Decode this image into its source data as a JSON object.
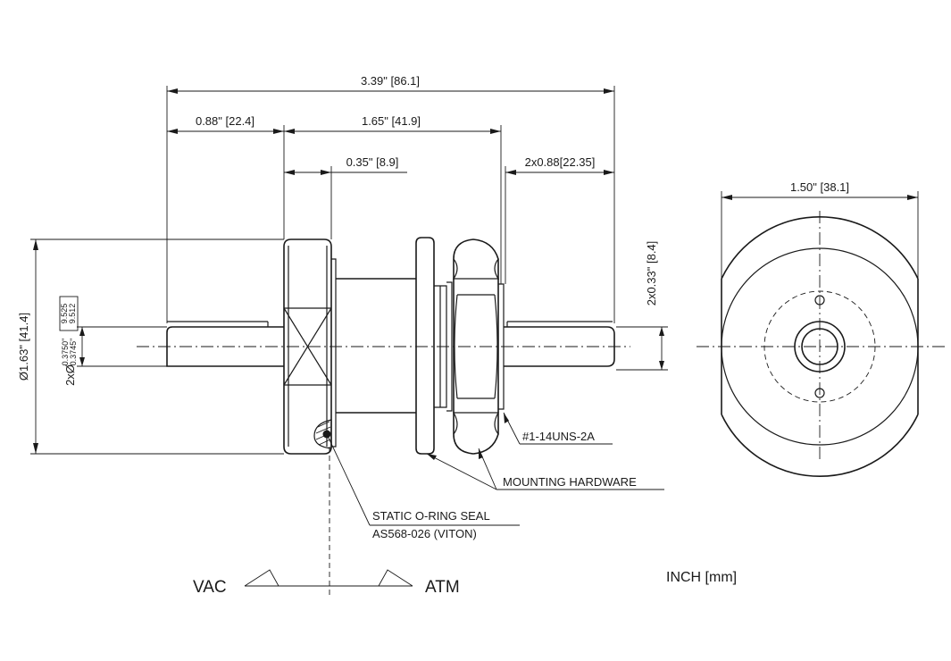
{
  "dimensions": {
    "overall_length": "3.39\" [86.1]",
    "left_pin_length": "0.88\" [22.4]",
    "body_length": "1.65\" [41.9]",
    "flange_offset": "0.35\" [8.9]",
    "right_pin_length": "2x0.88[22.35]",
    "end_view_diameter": "1.50\" [38.1]",
    "flange_diameter": "Ø1.63\" [41.4]",
    "pin_step": "2x0.33\" [8.4]",
    "pin_dia_prefix": "2xØ",
    "pin_dia_inch_max": "0.3750\"",
    "pin_dia_inch_min": "0.3745\"",
    "pin_dia_mm_max": "9.525",
    "pin_dia_mm_min": "9.512"
  },
  "callouts": {
    "thread": "#1-14UNS-2A",
    "mounting": "MOUNTING HARDWARE",
    "oring_line1": "STATIC O-RING SEAL",
    "oring_line2": "AS568-026 (VITON)"
  },
  "sides": {
    "vac": "VAC",
    "atm": "ATM"
  },
  "units": "INCH [mm]"
}
